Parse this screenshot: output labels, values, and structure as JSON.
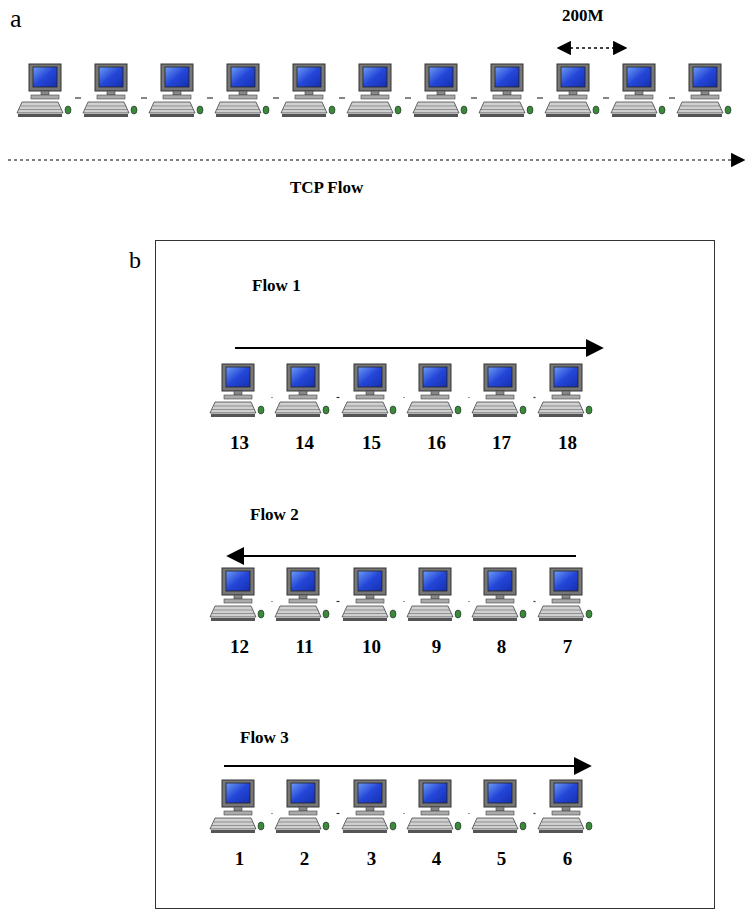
{
  "diagram": {
    "nodes": [
      {
        "text": [
          "b"
        ]
      },
      {
        "text": [
          "13"
        ],
        "in": 0
      },
      {
        "text": [
          "14"
        ],
        "in": 0
      },
      {
        "text": [
          "15"
        ],
        "in": 0
      },
      {
        "text": [
          "16"
        ],
        "in": 0
      },
      {
        "text": [
          "17"
        ],
        "in": 0
      },
      {
        "text": [
          "18"
        ],
        "in": 0
      },
      {
        "text": [
          "12"
        ],
        "in": 0
      },
      {
        "text": [
          "11"
        ],
        "in": 0
      },
      {
        "text": [
          "10"
        ],
        "in": 0
      },
      {
        "text": [
          "9"
        ],
        "in": 0
      },
      {
        "text": [
          "8"
        ],
        "in": 0
      },
      {
        "text": [
          "7"
        ],
        "in": 0
      },
      {
        "text": [
          "1"
        ],
        "in": 0
      },
      {
        "text": [
          "2"
        ],
        "in": 0
      },
      {
        "text": [
          "3"
        ],
        "in": 0
      },
      {
        "text": [
          "4"
        ],
        "in": 0
      },
      {
        "text": [
          "5"
        ],
        "in": 0
      },
      {
        "text": [
          "6"
        ],
        "in": 0
      }
    ],
    "edges": [
      {
        "from": 1,
        "to": 2,
        "arrow": "none"
      },
      {
        "from": 2,
        "to": 3,
        "arrow": "none"
      },
      {
        "from": 3,
        "to": 4,
        "arrow": "none"
      },
      {
        "from": 4,
        "to": 5,
        "arrow": "none"
      },
      {
        "from": 5,
        "to": 6,
        "arrow": "none"
      },
      {
        "from": 7,
        "to": 8,
        "arrow": "none"
      },
      {
        "from": 8,
        "to": 9,
        "arrow": "none"
      },
      {
        "from": 9,
        "to": 10,
        "arrow": "none"
      },
      {
        "from": 10,
        "to": 11,
        "arrow": "none"
      },
      {
        "from": 11,
        "to": 12,
        "arrow": "none"
      },
      {
        "from": 13,
        "to": 14,
        "arrow": "none"
      },
      {
        "from": 14,
        "to": 15,
        "arrow": "none"
      },
      {
        "from": 15,
        "to": 16,
        "arrow": "none"
      },
      {
        "from": 16,
        "to": 17,
        "arrow": "none"
      },
      {
        "from": 17,
        "to": 18,
        "arrow": "none"
      }
    ],
    "labels": [
      "a",
      "200M",
      "TCP Flow",
      "Flow 1",
      "Flow 2",
      "Flow 3"
    ]
  }
}
